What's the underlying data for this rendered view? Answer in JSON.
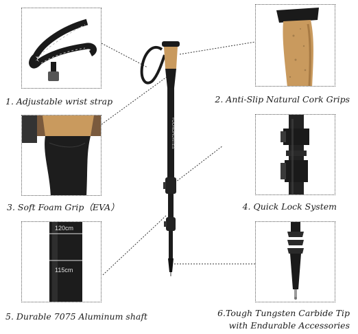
{
  "features": [
    {
      "id": "strap",
      "caption": "1. Adjustable wrist strap"
    },
    {
      "id": "cork",
      "caption": "2. Anti-Slip Natural Cork Grips"
    },
    {
      "id": "foam",
      "caption": "3. Soft Foam Grip（EVA）"
    },
    {
      "id": "lock",
      "caption": "4. Quick Lock System"
    },
    {
      "id": "shaft",
      "caption": "5. Durable 7075 Aluminum shaft"
    },
    {
      "id": "tip",
      "caption_line1": "6.Tough Tungsten Carbide Tip",
      "caption_line2": "with Endurable Accessories"
    }
  ],
  "pole": {
    "brand_text": "YOUNGHUNTES"
  },
  "shaft_marks": {
    "upper": "120cm",
    "lower": "115cm"
  },
  "colors": {
    "cork": "#c99a5e",
    "pole": "#1c1c1c",
    "border": "#555555"
  }
}
